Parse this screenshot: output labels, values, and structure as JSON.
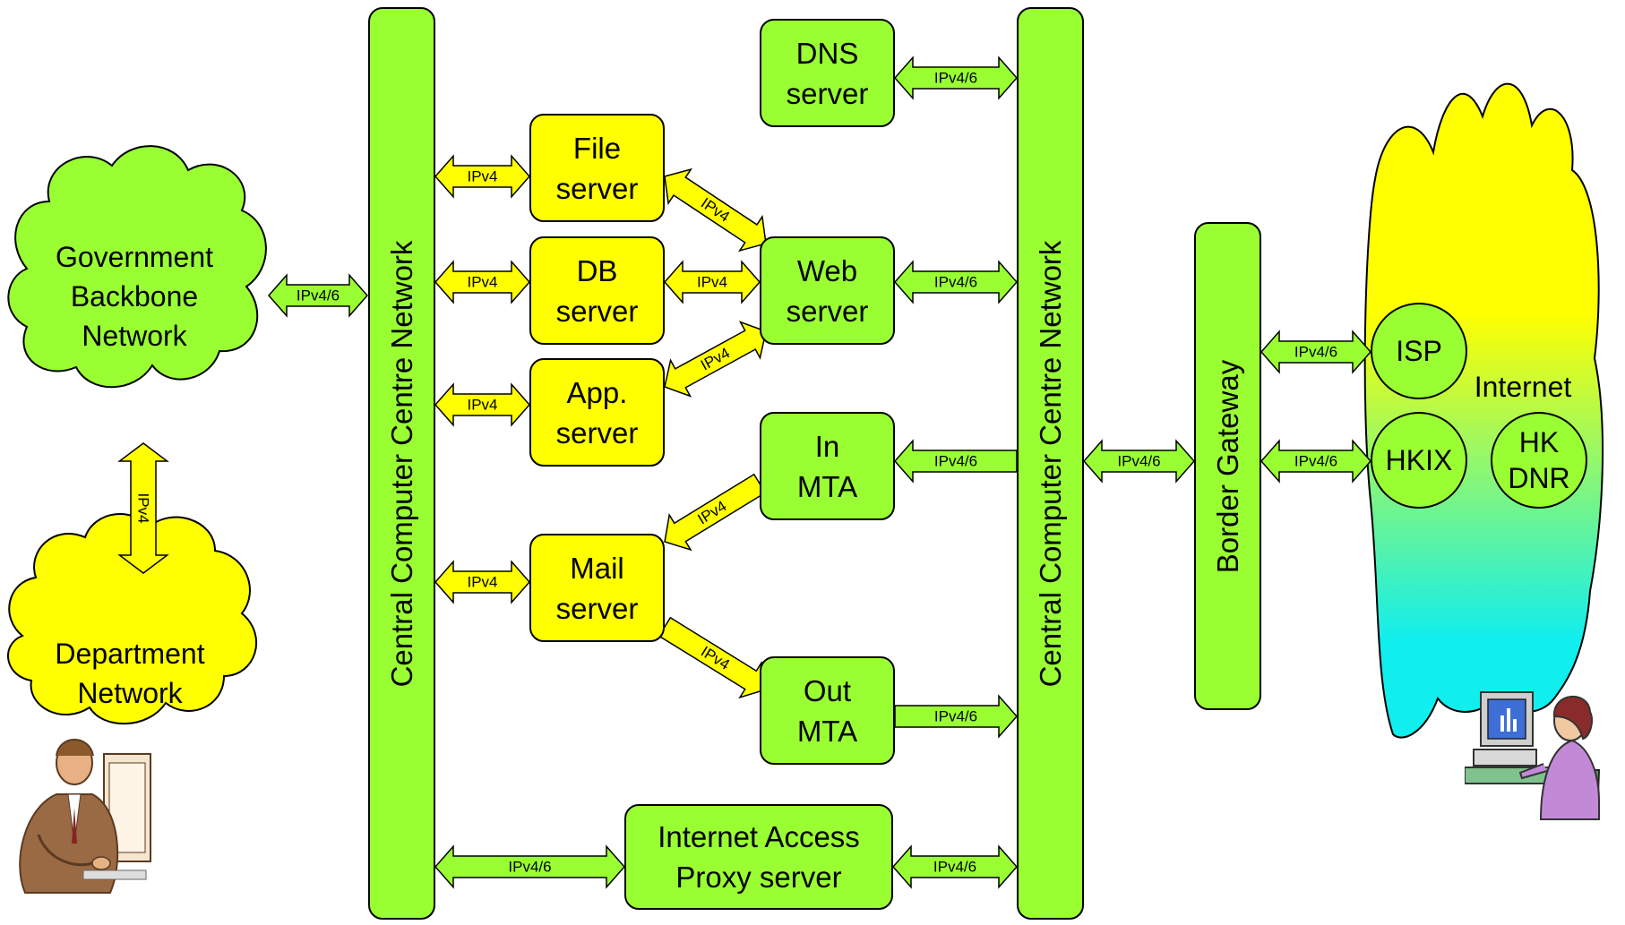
{
  "nodes": {
    "gov_backbone": "Government\nBackbone\nNetwork",
    "dept_network": "Department\nNetwork",
    "ccn_left": "Central Computer Centre Network",
    "ccn_right": "Central Computer Centre Network",
    "file_server": "File\nserver",
    "db_server": "DB\nserver",
    "app_server": "App.\nserver",
    "mail_server": "Mail\nserver",
    "web_server": "Web\nserver",
    "dns_server": "DNS\nserver",
    "in_mta": "In\nMTA",
    "out_mta": "Out\nMTA",
    "proxy_server": "Internet Access\nProxy server",
    "border_gateway": "Border Gateway",
    "isp": "ISP",
    "hkix": "HKIX",
    "hk_dnr": "HK\nDNR",
    "internet": "Internet"
  },
  "links": {
    "gov_ccn": "IPv4/6",
    "gov_dept": "IPv4",
    "ccn_file": "IPv4",
    "ccn_db": "IPv4",
    "ccn_app": "IPv4",
    "ccn_mail": "IPv4",
    "ccn_proxy": "IPv4/6",
    "file_web": "IPv4",
    "db_web": "IPv4",
    "app_web": "IPv4",
    "inmta_mail": "IPv4",
    "mail_outmta": "IPv4",
    "dns_ccn": "IPv4/6",
    "web_ccn": "IPv4/6",
    "ccn_inmta": "IPv4/6",
    "outmta_ccn": "IPv4/6",
    "proxy_ccn": "IPv4/6",
    "ccn_border": "IPv4/6",
    "border_isp": "IPv4/6",
    "border_hkix": "IPv4/6"
  },
  "colors": {
    "green": "#99ff33",
    "yellow": "#ffff00",
    "internet_top": "#ffff00",
    "internet_bottom": "#11eeee"
  },
  "icons": [
    "office-worker-clipart-icon",
    "computer-user-clipart-icon"
  ]
}
